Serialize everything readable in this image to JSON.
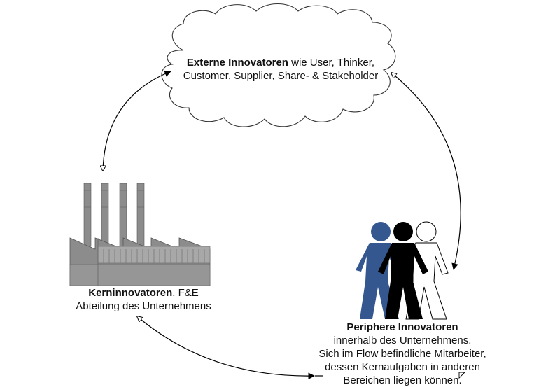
{
  "external": {
    "title": "Externe Innovatoren",
    "text1": " wie User, Thinker,",
    "text2": "Customer, Supplier, Share- & Stakeholder"
  },
  "core": {
    "title": "Kerninnovatoren",
    "text1": ", F&E",
    "text2": "Abteilung des Unternehmens"
  },
  "peripheral": {
    "title": "Periphere Innovatoren",
    "text1": "innerhalb des Unternehmens.",
    "text2": "Sich im Flow befindliche Mitarbeiter,",
    "text3": "dessen Kernaufgaben in anderen",
    "text4": "Bereichen liegen können."
  },
  "colors": {
    "person_blue": "#34578f",
    "person_black": "#000000",
    "person_white": "#ffffff",
    "factory_gray": "#8c8c8c",
    "factory_light": "#b0b0b0"
  }
}
